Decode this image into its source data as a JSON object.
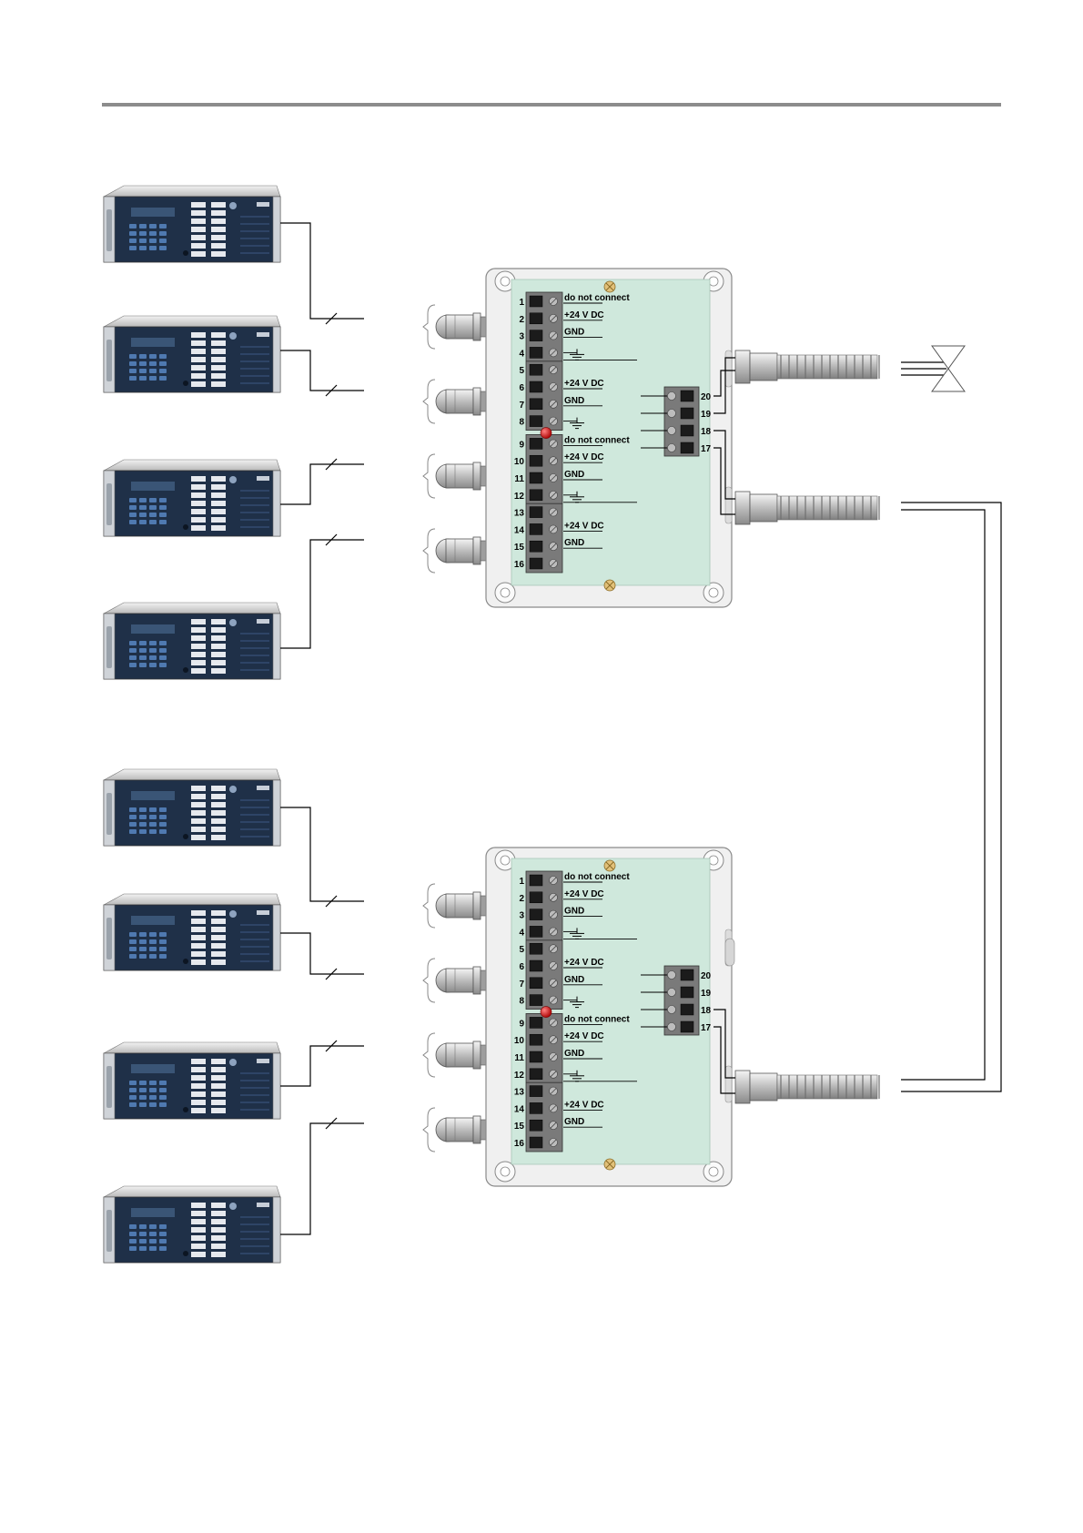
{
  "junction_boxes": [
    {
      "id": "upper",
      "terminals": [
        "1",
        "2",
        "3",
        "4",
        "5",
        "6",
        "7",
        "8",
        "9",
        "10",
        "11",
        "12",
        "13",
        "14",
        "15",
        "16"
      ],
      "signals": [
        "do not connect",
        "+24 V DC",
        "GND",
        "",
        "",
        "+24 V DC",
        "GND",
        "",
        "do not connect",
        "+24 V DC",
        "GND",
        "",
        "",
        "+24 V DC",
        "GND",
        ""
      ],
      "side_terminals": [
        "20",
        "19",
        "18",
        "17"
      ]
    },
    {
      "id": "lower",
      "terminals": [
        "1",
        "2",
        "3",
        "4",
        "5",
        "6",
        "7",
        "8",
        "9",
        "10",
        "11",
        "12",
        "13",
        "14",
        "15",
        "16"
      ],
      "signals": [
        "do not connect",
        "+24 V DC",
        "GND",
        "",
        "",
        "+24 V DC",
        "GND",
        "",
        "do not connect",
        "+24 V DC",
        "GND",
        "",
        "",
        "+24 V DC",
        "GND",
        ""
      ],
      "side_terminals": [
        "20",
        "19",
        "18",
        "17"
      ]
    }
  ],
  "colors": {
    "rule": "#8c8c8c",
    "box_shell": "#f0f0f0",
    "box_board": "#cfe8dc",
    "terminal_block": "#7a7a7a",
    "device_front": "#1f3048",
    "device_key": "#4f79b0",
    "led": "#cc1111"
  },
  "icons": [
    "rack-device",
    "cable-gland",
    "flexible-conduit",
    "ground-symbol",
    "valve-symbol",
    "screw"
  ]
}
